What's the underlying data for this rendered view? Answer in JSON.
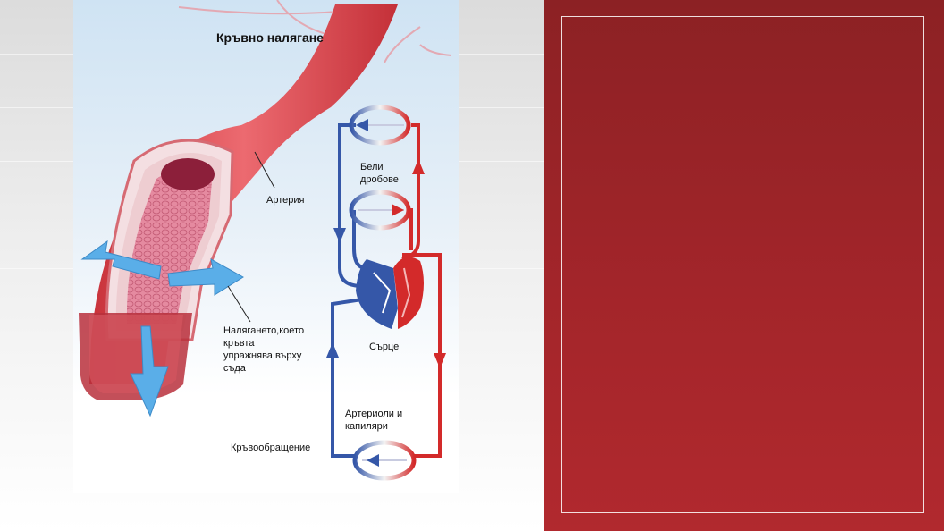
{
  "title": "Кръвно налягане",
  "labels": {
    "artery": "Артерия",
    "lungs_line1": "Бели",
    "lungs_line2": "дробове",
    "pressure_line1": "Налягането,което",
    "pressure_line2": "кръвта",
    "pressure_line3": "упражнява върху",
    "pressure_line4": "съда",
    "heart": "Сърце",
    "arterioles_line1": "Артериоли и",
    "arterioles_line2": "капиляри",
    "circulation": "Кръвообращение"
  },
  "colors": {
    "panel_top": "#8c2124",
    "panel_bottom": "#b1292e",
    "oxygenated": "#d32a2a",
    "deoxygenated": "#3557a8",
    "pressure_arrow": "#5aaee8"
  }
}
